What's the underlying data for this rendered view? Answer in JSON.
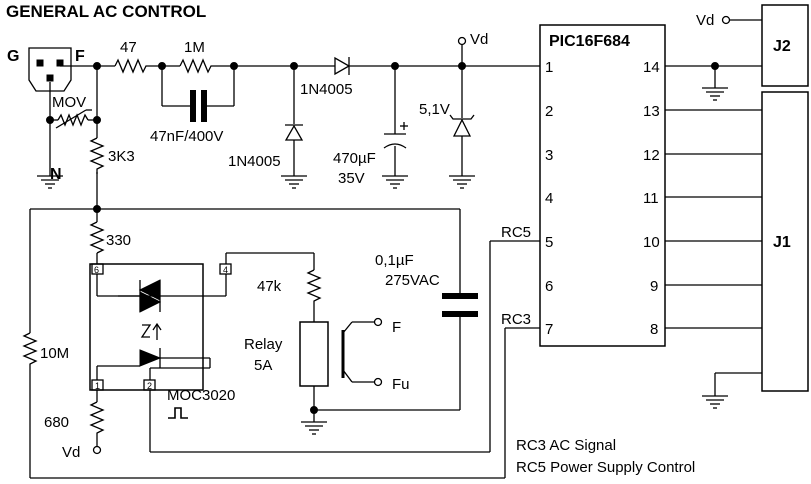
{
  "title": "GENERAL AC CONTROL",
  "connector": {
    "ground": "G",
    "phase": "F",
    "neutral": "N"
  },
  "components": {
    "r47": "47",
    "r1m": "1M",
    "c47n": "47nF/400V",
    "d1": "1N4005",
    "d2": "1N4005",
    "mov": "MOV",
    "r3k3": "3K3",
    "r330": "330",
    "r10m": "10M",
    "r680": "680",
    "r47k": "47k",
    "c470_val": "470µF",
    "c470_volt": "35V",
    "zener": "5,1V",
    "c01_val": "0,1µF",
    "c01_volt": "275VAC",
    "relay_name": "Relay",
    "relay_rating": "5A",
    "relay_f": "F",
    "relay_fu": "Fu",
    "opto": "MOC3020"
  },
  "vd_labels": {
    "top": "Vd",
    "j2": "Vd",
    "bottom": "Vd"
  },
  "pic": {
    "name": "PIC16F684",
    "left_pins": [
      "1",
      "2",
      "3",
      "4",
      "5",
      "6",
      "7"
    ],
    "right_pins": [
      "14",
      "13",
      "12",
      "11",
      "10",
      "9",
      "8"
    ]
  },
  "opto_pins": {
    "p6": "6",
    "p4": "4",
    "p1": "1",
    "p2": "2"
  },
  "net_labels": {
    "rc5": "RC5",
    "rc3": "RC3"
  },
  "headers": {
    "j1": "J1",
    "j2": "J2"
  },
  "notes": [
    "RC3 AC Signal",
    "RC5 Power  Supply Control"
  ]
}
